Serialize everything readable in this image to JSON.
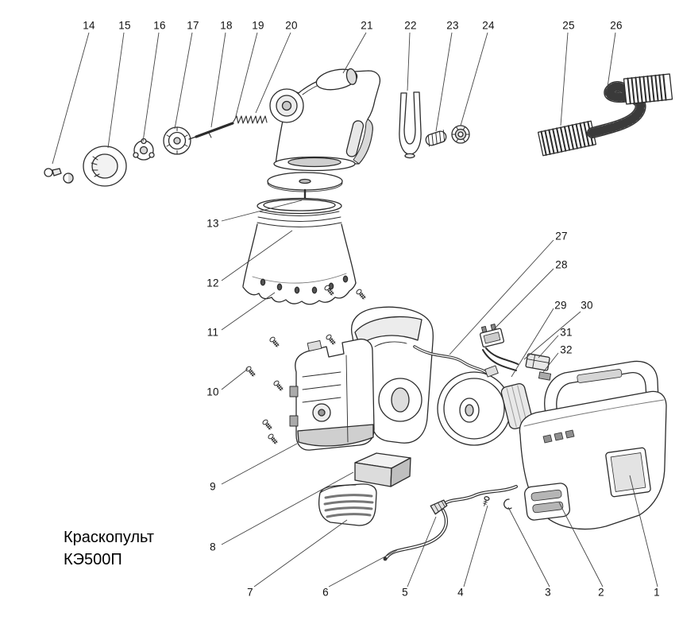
{
  "title": {
    "line1": "Краскопульт",
    "line2": "КЭ500П"
  },
  "palette": {
    "line": "#2b2b2b",
    "leader": "#444444",
    "background": "#ffffff",
    "shade_light": "#e8e8e8",
    "shade_mid": "#cfcfcf",
    "shade_dark": "#8f8f8f"
  },
  "parts": {
    "p1": "1",
    "p2": "2",
    "p3": "3",
    "p4": "4",
    "p5": "5",
    "p6": "6",
    "p7": "7",
    "p8": "8",
    "p9": "9",
    "p10": "10",
    "p11": "11",
    "p12": "12",
    "p13": "13",
    "p14": "14",
    "p15": "15",
    "p16": "16",
    "p17": "17",
    "p18": "18",
    "p19": "19",
    "p20": "20",
    "p21": "21",
    "p22": "22",
    "p23": "23",
    "p24": "24",
    "p25": "25",
    "p26": "26",
    "p27": "27",
    "p28": "28",
    "p29": "29",
    "p30": "30",
    "p31": "31",
    "p32": "32"
  }
}
